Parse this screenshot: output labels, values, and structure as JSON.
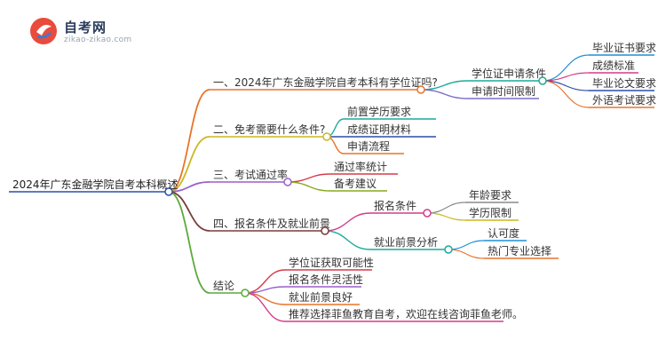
{
  "logo": {
    "name": "自考网",
    "url": "zikao-zikao.com"
  },
  "mindmap": {
    "root": "2024年广东金融学院自考本科概述",
    "branches": [
      {
        "label": "一、2024年广东金融学院自考本科有学位证吗?",
        "color": "#e8732a",
        "children": [
          {
            "label": "学位证申请条件",
            "color": "#1aaa9a",
            "children": [
              {
                "label": "毕业证书要求",
                "color": "#1f8fd6"
              },
              {
                "label": "成绩标准",
                "color": "#d63a8a"
              },
              {
                "label": "毕业论文要求",
                "color": "#2a4fa8"
              },
              {
                "label": "外语考试要求",
                "color": "#e8732a"
              }
            ]
          },
          {
            "label": "申请时间限制",
            "color": "#7a6fc9",
            "children": []
          }
        ]
      },
      {
        "label": "二、免考需要什么条件?",
        "color": "#c9b820",
        "children": [
          {
            "label": "前置学历要求",
            "color": "#1aaa9a",
            "children": []
          },
          {
            "label": "成绩证明材料",
            "color": "#2a4fa8",
            "children": []
          },
          {
            "label": "申请流程",
            "color": "#e8732a",
            "children": []
          }
        ]
      },
      {
        "label": "三、考试通过率",
        "color": "#9a5fc9",
        "children": [
          {
            "label": "通过率统计",
            "color": "#d63a4a",
            "children": []
          },
          {
            "label": "备考建议",
            "color": "#8aa820",
            "children": []
          }
        ]
      },
      {
        "label": "四、报名条件及就业前景",
        "color": "#7a3a3a",
        "children": [
          {
            "label": "报名条件",
            "color": "#d63a8a",
            "children": [
              {
                "label": "年龄要求",
                "color": "#8a8a8a"
              },
              {
                "label": "学历限制",
                "color": "#c9b820"
              }
            ]
          },
          {
            "label": "就业前景分析",
            "color": "#1aaa9a",
            "children": [
              {
                "label": "认可度",
                "color": "#1f8fd6"
              },
              {
                "label": "热门专业选择",
                "color": "#e8732a"
              }
            ]
          }
        ]
      },
      {
        "label": "结论",
        "color": "#5aaa3a",
        "children": [
          {
            "label": "学位证获取可能性",
            "color": "#d63a4a",
            "children": []
          },
          {
            "label": "报名条件灵活性",
            "color": "#9a5fc9",
            "children": []
          },
          {
            "label": "就业前景良好",
            "color": "#e8732a",
            "children": []
          },
          {
            "label": "推荐选择菲鱼教育自考，欢迎在线咨询菲鱼老师。",
            "color": "#d63a8a",
            "children": []
          }
        ]
      }
    ],
    "root_color": "#2a4fa8"
  }
}
